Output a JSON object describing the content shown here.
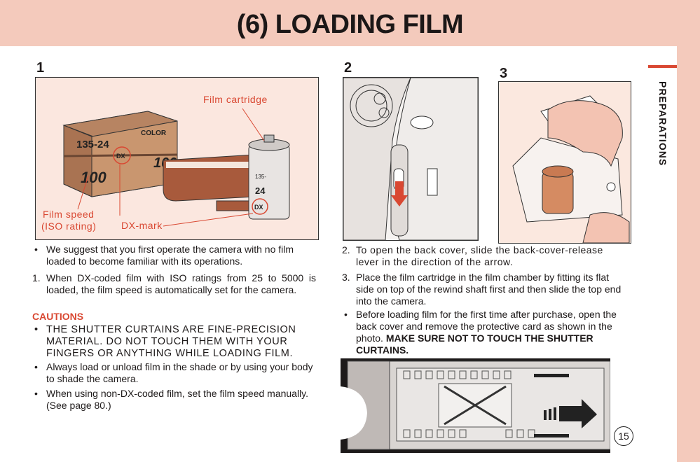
{
  "header": {
    "title": "(6) LOADING FILM"
  },
  "side_tab": {
    "label": "PREPARATIONS"
  },
  "figures": {
    "fig1": {
      "number": "1",
      "label_cartridge": "Film cartridge",
      "label_speed_line1": "Film speed",
      "label_speed_line2": "(ISO rating)",
      "label_dx": "DX-mark",
      "box_num": "135-24",
      "box_brand": "COLOR",
      "box_speed": "100",
      "box_dx": "DX",
      "cart_num": "135-",
      "cart_exp": "24",
      "cart_dx": "DX"
    },
    "fig2": {
      "number": "2"
    },
    "fig3": {
      "number": "3"
    }
  },
  "left_column": {
    "intro": "We suggest that you first operate the camera with no film loaded to become familiar with its operations.",
    "step1_num": "1.",
    "step1": "When DX-coded film with ISO ratings from 25 to 5000 is loaded, the film speed is automatically set for the camera.",
    "cautions_heading": "CAUTIONS",
    "caution1": "THE SHUTTER CURTAINS ARE FINE-PRECISION MATERIAL. DO NOT TOUCH THEM WITH YOUR FINGERS OR ANYTHING WHILE LOADING FILM.",
    "caution2": "Always load or unload film in the shade or by using your body to shade the camera.",
    "caution3": "When using non-DX-coded film, set the film speed manually. (See page 80.)"
  },
  "right_column": {
    "step2_num": "2.",
    "step2": "To open the back cover, slide the back-cover-release lever in the direction of the arrow.",
    "step3_num": "3.",
    "step3": "Place the film cartridge in the film chamber by fitting its flat side on top of the rewind shaft first and then slide the top end into the camera.",
    "note_text": "Before loading film for the first time after purchase, open the back cover and remove the protective card as shown in the photo.",
    "note_bold": "MAKE SURE NOT TO TOUCH THE SHUTTER CURTAINS."
  },
  "footer": {
    "page_number": "15"
  },
  "colors": {
    "accent": "#d94832",
    "banner": "#f4cabc",
    "figure_bg": "#fbe7df"
  }
}
